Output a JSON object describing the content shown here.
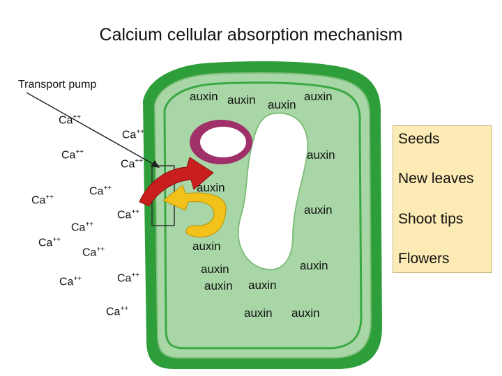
{
  "title": "Calcium cellular absorption mechanism",
  "pump_label": "Transport pump",
  "calcium_ion": {
    "base": "Ca",
    "charge": "++"
  },
  "auxin_label": "auxin",
  "legend": {
    "items": [
      "Seeds",
      "New leaves",
      "Shoot tips",
      "Flowers"
    ]
  },
  "colors": {
    "cell_wall": "#2e9e3a",
    "cytoplasm": "#a9d6a6",
    "vacuole": "#ffffff",
    "nucleus": "#a0306a",
    "arrow_in": "#c81e1e",
    "arrow_out": "#f2c21a",
    "legend_bg": "#fcebb4"
  },
  "icons": [
    "red-curved-arrow-icon",
    "yellow-curved-arrow-icon"
  ]
}
